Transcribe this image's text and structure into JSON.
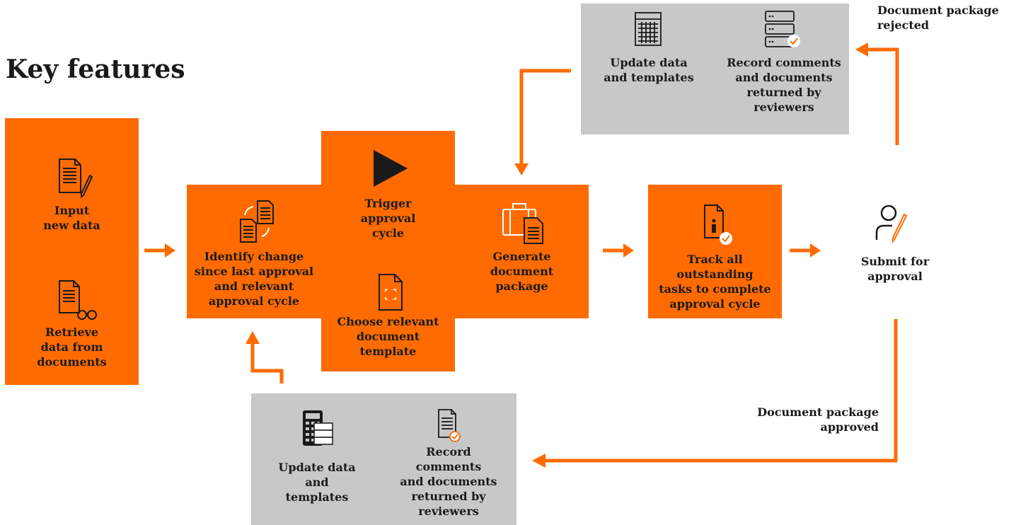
{
  "title": "Key features",
  "accent_color": "#ff6b00",
  "panel_color": "#c8c8c8",
  "left_block": {
    "input_label": "Input\nnew data",
    "retrieve_label": "Retrieve\ndata from\ndocuments"
  },
  "center_block": {
    "identify_label": "Identify change\nsince last approval\nand relevant\napproval cycle",
    "trigger_label": "Trigger\napproval\ncycle",
    "choose_label": "Choose relevant\ndocument\ntemplate",
    "generate_label": "Generate\ndocument\npackage"
  },
  "track_block": {
    "track_label": "Track all\noutstanding\ntasks to complete\napproval cycle"
  },
  "submit": {
    "label": "Submit for\napproval"
  },
  "top_panel": {
    "update_label": "Update data\nand templates",
    "record_label": "Record comments\nand documents\nreturned by\nreviewers"
  },
  "bottom_panel": {
    "update_label": "Update data\nand\ntemplates",
    "record_label": "Record\ncomments\nand documents\nreturned by\nreviewers"
  },
  "annotations": {
    "rejected": "Document package\nrejected",
    "approved": "Document package\napproved"
  },
  "icons": {
    "input": "document-pen-icon",
    "retrieve": "document-binoculars-icon",
    "identify": "document-compare-icon",
    "trigger": "play-icon",
    "choose": "document-template-icon",
    "generate": "briefcase-document-icon",
    "track": "document-info-check-icon",
    "submit": "person-pen-icon",
    "top_update": "spreadsheet-icon",
    "top_record": "server-check-icon",
    "bottom_update": "calculator-list-icon",
    "bottom_record": "document-check-icon"
  }
}
